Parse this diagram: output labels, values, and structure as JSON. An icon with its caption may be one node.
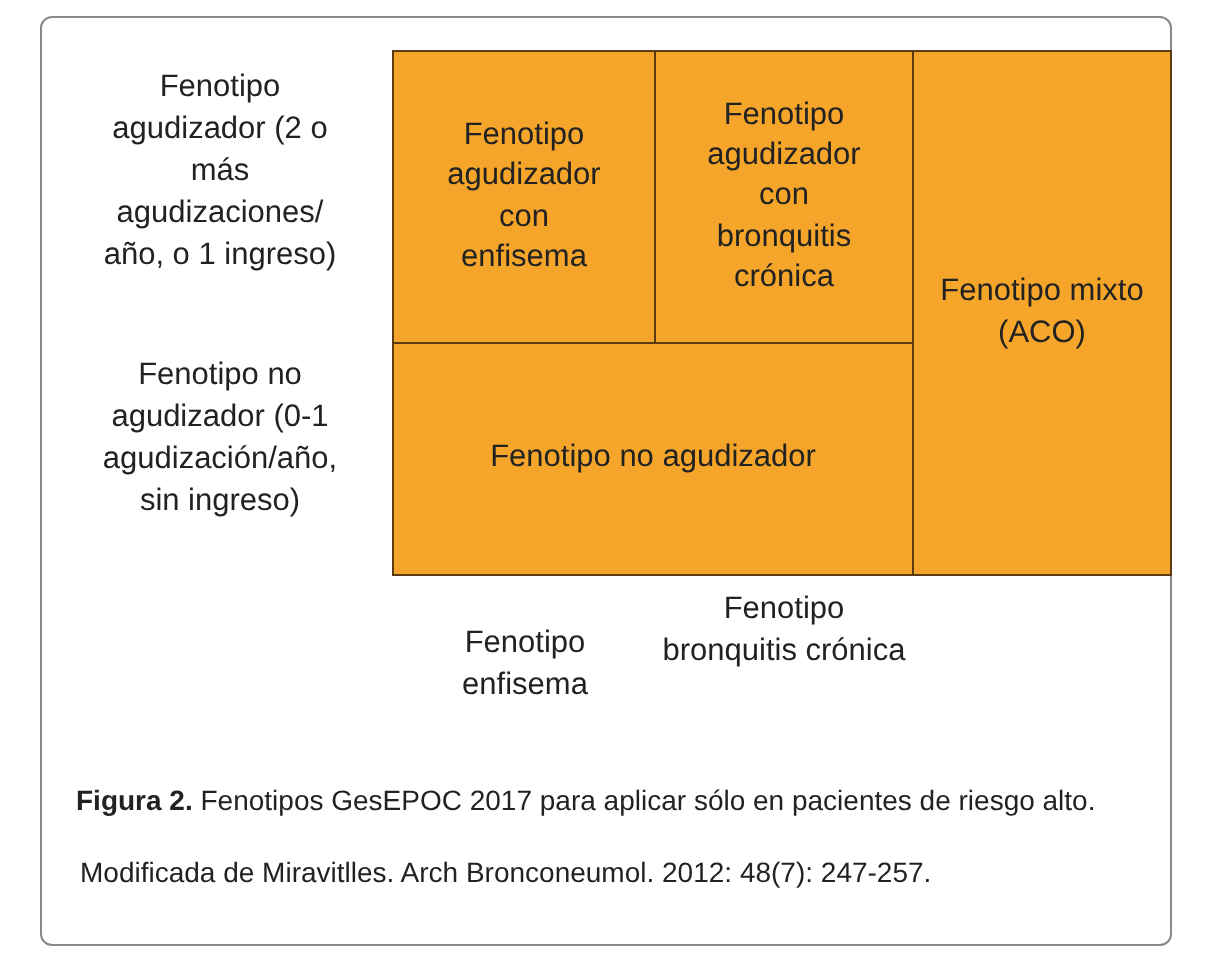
{
  "diagram": {
    "caption": "**Figura 2.** Fenotipos GesEPOC 2017 para aplicar sólo en pacientes de riesgo alto.",
    "nodes": [
      {
        "text": [
          "Fenotipo agudizador con enfisema"
        ]
      },
      {
        "text": [
          "Fenotipo agudizador con bronquitis crónica"
        ]
      },
      {
        "text": [
          "Fenotipo mixto (ACO)"
        ]
      },
      {
        "text": [
          "Fenotipo no agudizador"
        ]
      }
    ],
    "edges": [],
    "labels": [
      "Fenotipo agudizador (2 o más agudizaciones/ año, o 1 ingreso)",
      "Fenotipo no agudizador (0-1 agudización/año, sin ingreso)",
      "Fenotipo enfisema",
      "Fenotipo bronquitis crónica",
      "Modificada de Miravitlles. Arch Bronconeumol. 2012: 48(7): 247-257."
    ]
  }
}
